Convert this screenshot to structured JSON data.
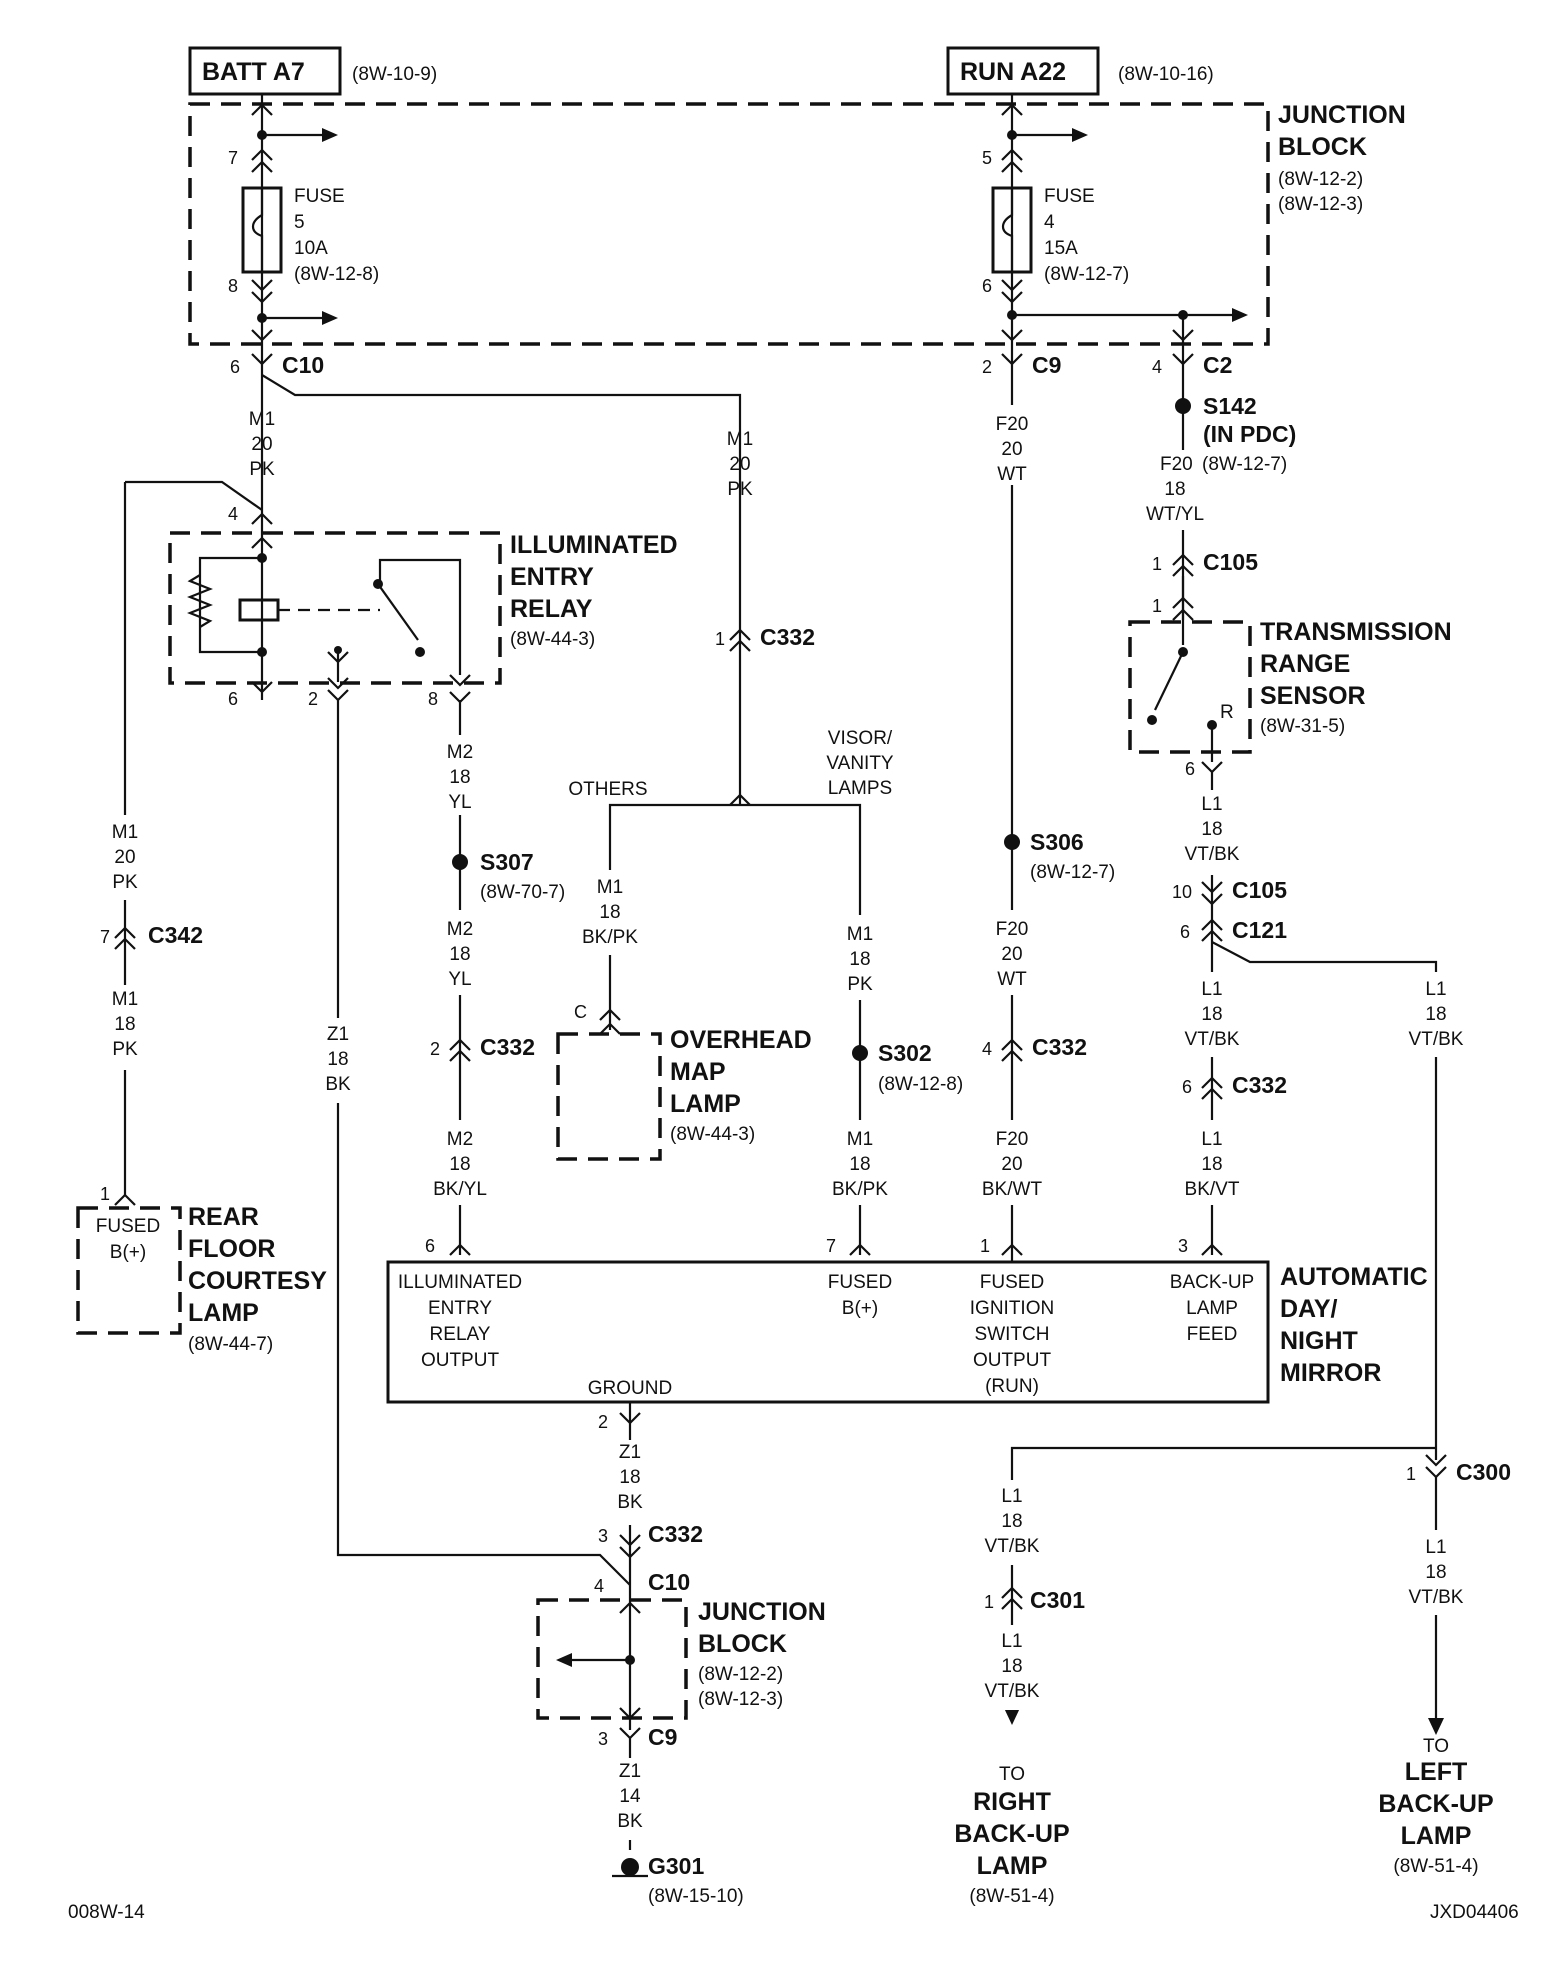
{
  "sources": {
    "batt": {
      "label": "BATT A7",
      "ref": "(8W-10-9)"
    },
    "run": {
      "label": "RUN A22",
      "ref": "(8W-10-16)"
    }
  },
  "junction_block_top": {
    "title1": "JUNCTION",
    "title2": "BLOCK",
    "ref1": "(8W-12-2)",
    "ref2": "(8W-12-3)"
  },
  "fuse5": {
    "line1": "FUSE",
    "line2": "5",
    "line3": "10A",
    "ref": "(8W-12-8)",
    "pin_in": "7",
    "pin_out": "8"
  },
  "fuse4": {
    "line1": "FUSE",
    "line2": "4",
    "line3": "15A",
    "ref": "(8W-12-7)",
    "pin_in": "5",
    "pin_out": "6"
  },
  "connectors": {
    "c10_top": {
      "name": "C10",
      "pin": "6"
    },
    "c9_top": {
      "name": "C9",
      "pin": "2"
    },
    "c2": {
      "name": "C2",
      "pin": "4"
    },
    "c332_a": {
      "name": "C332",
      "pin": "1"
    },
    "c105_a": {
      "name": "C105",
      "pin": "1"
    },
    "c342": {
      "name": "C342",
      "pin": "7"
    },
    "c332_b": {
      "name": "C332",
      "pin": "2"
    },
    "c332_c": {
      "name": "C332",
      "pin": "4"
    },
    "c105_b": {
      "name": "C105",
      "pin": "10"
    },
    "c121": {
      "name": "C121",
      "pin": "6"
    },
    "c332_d": {
      "name": "C332",
      "pin": "6"
    },
    "c332_e": {
      "name": "C332",
      "pin": "3"
    },
    "c10_bot": {
      "name": "C10",
      "pin": "4"
    },
    "c9_bot": {
      "name": "C9",
      "pin": "3"
    },
    "c300": {
      "name": "C300",
      "pin": "1"
    },
    "c301": {
      "name": "C301",
      "pin": "1"
    }
  },
  "splices": {
    "s142": {
      "name": "S142",
      "sub": "(IN PDC)"
    },
    "s307": {
      "name": "S307",
      "ref": "(8W-70-7)"
    },
    "s302": {
      "name": "S302",
      "ref": "(8W-12-8)"
    },
    "s306": {
      "name": "S306",
      "ref": "(8W-12-7)"
    }
  },
  "wires": {
    "m1_20_pk_a": [
      "M1",
      "20",
      "PK"
    ],
    "m1_20_pk_b": [
      "M1",
      "20",
      "PK"
    ],
    "f20_20_wt_a": [
      "F20",
      "20",
      "WT"
    ],
    "f20_18_wtyl": [
      "F20",
      "18",
      "WT/YL"
    ],
    "f20_ref": "(8W-12-7)",
    "m1_20_pk_c": [
      "M1",
      "20",
      "PK"
    ],
    "m1_18_pk_a": [
      "M1",
      "18",
      "PK"
    ],
    "z1_18_bk": [
      "Z1",
      "18",
      "BK"
    ],
    "m2_18_yl_a": [
      "M2",
      "18",
      "YL"
    ],
    "m2_18_yl_b": [
      "M2",
      "18",
      "YL"
    ],
    "m2_18_bkyl": [
      "M2",
      "18",
      "BK/YL"
    ],
    "m1_18_bkpk_a": [
      "M1",
      "18",
      "BK/PK"
    ],
    "m1_18_pk_b": [
      "M1",
      "18",
      "PK"
    ],
    "m1_18_bkpk_b": [
      "M1",
      "18",
      "BK/PK"
    ],
    "f20_20_wt_b": [
      "F20",
      "20",
      "WT"
    ],
    "f20_20_bkwt": [
      "F20",
      "20",
      "BK/WT"
    ],
    "l1_18_vtbk_a": [
      "L1",
      "18",
      "VT/BK"
    ],
    "l1_18_vtbk_b": [
      "L1",
      "18",
      "VT/BK"
    ],
    "l1_18_vtbk_c": [
      "L1",
      "18",
      "VT/BK"
    ],
    "l1_18_bkvt": [
      "L1",
      "18",
      "BK/VT"
    ],
    "z1_18_bk_gnd": [
      "Z1",
      "18",
      "BK"
    ],
    "z1_14_bk": [
      "Z1",
      "14",
      "BK"
    ],
    "l1_18_vtbk_d": [
      "L1",
      "18",
      "VT/BK"
    ],
    "l1_18_vtbk_e": [
      "L1",
      "18",
      "VT/BK"
    ],
    "l1_18_vtbk_f": [
      "L1",
      "18",
      "VT/BK"
    ]
  },
  "relay": {
    "title1": "ILLUMINATED",
    "title2": "ENTRY",
    "title3": "RELAY",
    "ref": "(8W-44-3)",
    "pin4": "4",
    "pin6": "6",
    "pin2": "2",
    "pin8": "8"
  },
  "trs": {
    "title1": "TRANSMISSION",
    "title2": "RANGE",
    "title3": "SENSOR",
    "ref": "(8W-31-5)",
    "pin1": "1",
    "pin6": "6",
    "r": "R"
  },
  "branch": {
    "others": "OTHERS",
    "visor1": "VISOR/",
    "visor2": "VANITY",
    "visor3": "LAMPS"
  },
  "overhead": {
    "title1": "OVERHEAD",
    "title2": "MAP",
    "title3": "LAMP",
    "ref": "(8W-44-3)",
    "pin": "C"
  },
  "rear_lamp": {
    "title1": "REAR",
    "title2": "FLOOR",
    "title3": "COURTESY",
    "title4": "LAMP",
    "ref": "(8W-44-7)",
    "inner1": "FUSED",
    "inner2": "B(+)",
    "pin": "1"
  },
  "mirror": {
    "title1": "AUTOMATIC",
    "title2": "DAY/",
    "title3": "NIGHT",
    "title4": "MIRROR",
    "pin6": "6",
    "pin7": "7",
    "pin1": "1",
    "pin3": "3",
    "pin2": "2",
    "p1": [
      "ILLUMINATED",
      "ENTRY",
      "RELAY",
      "OUTPUT"
    ],
    "p2": [
      "FUSED",
      "B(+)"
    ],
    "p3": [
      "FUSED",
      "IGNITION",
      "SWITCH",
      "OUTPUT",
      "(RUN)"
    ],
    "p4": [
      "BACK-UP",
      "LAMP",
      "FEED"
    ],
    "ground": "GROUND"
  },
  "junction_block_bot": {
    "title1": "JUNCTION",
    "title2": "BLOCK",
    "ref1": "(8W-12-2)",
    "ref2": "(8W-12-3)"
  },
  "ground": {
    "name": "G301",
    "ref": "(8W-15-10)"
  },
  "right_lamp": {
    "to": "TO",
    "l1": "RIGHT",
    "l2": "BACK-UP",
    "l3": "LAMP",
    "ref": "(8W-51-4)"
  },
  "left_lamp": {
    "to": "TO",
    "l1": "LEFT",
    "l2": "BACK-UP",
    "l3": "LAMP",
    "ref": "(8W-51-4)"
  },
  "footer": {
    "left": "008W-14",
    "right": "JXD04406"
  }
}
